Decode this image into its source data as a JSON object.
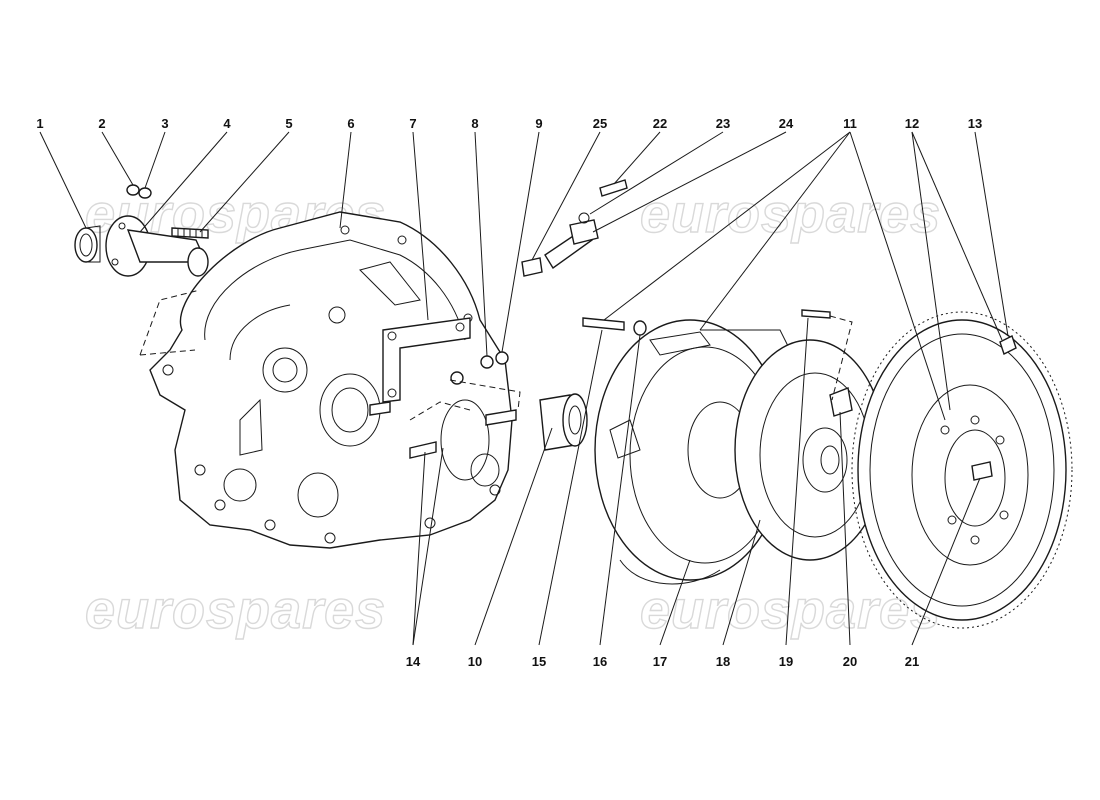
{
  "watermark": {
    "text": "eurospares"
  },
  "diagram": {
    "callouts": [
      "1",
      "2",
      "3",
      "4",
      "5",
      "6",
      "7",
      "8",
      "9",
      "25",
      "22",
      "23",
      "24",
      "11",
      "12",
      "13",
      "14",
      "10",
      "15",
      "16",
      "17",
      "18",
      "19",
      "20",
      "21"
    ]
  }
}
